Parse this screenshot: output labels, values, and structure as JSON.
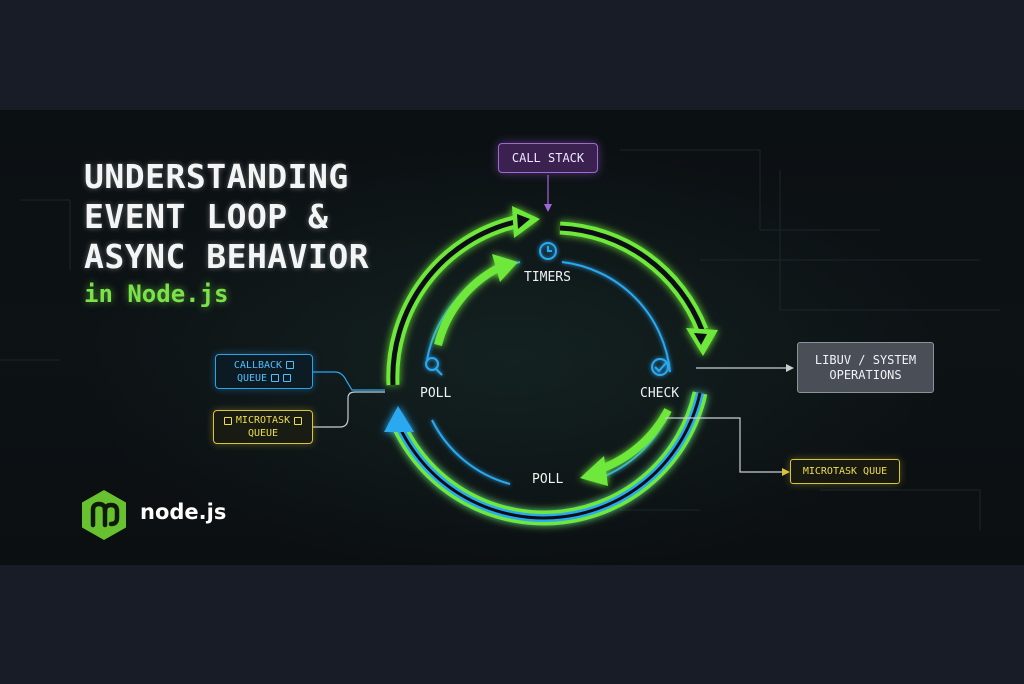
{
  "title": {
    "line1": "UNDERSTANDING",
    "line2": "EVENT LOOP &",
    "line3": "ASYNC BEHAVIOR",
    "subtitle": "in Node.js"
  },
  "brand": {
    "name": "node.js",
    "color": "#68c12f"
  },
  "loop": {
    "stages": {
      "top": {
        "label": "TIMERS",
        "icon": "clock-icon"
      },
      "right": {
        "label": "CHECK",
        "icon": "check-icon"
      },
      "bottom": {
        "label": "POLL"
      },
      "left": {
        "label": "POLL",
        "icon": "search-icon"
      }
    },
    "colors": {
      "green": "#6ee83a",
      "blue": "#2aa8f0"
    }
  },
  "boxes": {
    "call_stack": "CALL STACK",
    "libuv_line1": "LIBUV / SYSTEM",
    "libuv_line2": "OPERATIONS",
    "callback_queue_line1": "CALLBACK",
    "callback_queue_line2": "QUEUE",
    "microtask_queue_line1": "MICROTASK",
    "microtask_queue_line2": "QUEUE",
    "microtask_que": "MICROTASK QUUE"
  },
  "colors": {
    "purple": "#a167d8",
    "yellow": "#d9c536",
    "gray_box": "#4a4f57"
  }
}
